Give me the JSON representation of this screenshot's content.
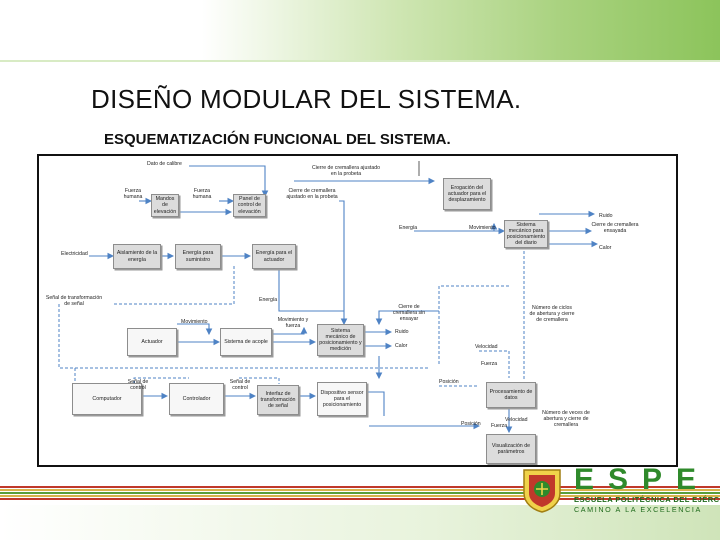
{
  "slide": {
    "title": "DISEÑO MODULAR DEL SISTEMA.",
    "subtitle": "ESQUEMATIZACIÓN FUNCIONAL DEL SISTEMA."
  },
  "diagram": {
    "boxes": {
      "mandos": "Mandos de elevación",
      "panel": "Panel de control de elevación",
      "aislamiento": "Aislamiento de la energía",
      "energia_sum": "Energía para suministro",
      "energia_act": "Energía para el actuador",
      "erogacion": "Erogación del actuador para el desplazamiento",
      "sistema_sup": "Sistema mecánico para posicionamiento del diario",
      "actuador": "Actuador",
      "sistema_acople": "Sistema de acople",
      "sistema_mec": "Sistema mecánico de posicionamiento y medición",
      "computador": "Computador",
      "controlador": "Controlador",
      "interfaz": "Interfaz de transformación de señal",
      "dispositivo": "Dispositivo sensor para el posicionamiento",
      "procesamiento": "Procesamiento de datos",
      "visualizacion": "Visualización de parámetros"
    },
    "labels": {
      "dato_calibre": "Dato de calibre",
      "fuerza_humana_1": "Fuerza humana",
      "fuerza_humana_2": "Fuerza humana",
      "cierre_cremallera": "Cierre de cremallera ajustado en la probeta",
      "cierre_cremallera_2": "Cierre de cremallera ajustado en la probeta",
      "ruido_1": "Ruido",
      "cierre_cremallera_3": "Cierre de cremallera ensayada",
      "calor_1": "Calor",
      "energia_1": "Energía",
      "movimiento_1": "Movimiento",
      "electricidad": "Electricidad",
      "energia_2": "Energía",
      "senal_transformar": "Señal de transformación de señal",
      "cierre_sin": "Cierre de cremallera sin ensayar",
      "movimiento_2": "Movimiento",
      "movimiento_fuerza": "Movimiento y fuerza",
      "ruido_2": "Ruido",
      "calor_2": "Calor",
      "velocidad_1": "Velocidad",
      "numero_ciclos": "Número de ciclos de abertura y cierre de cremallera",
      "senal_control_1": "Señal de control",
      "senal_control_2": "Señal de control",
      "fuerza": "Fuerza",
      "posicion_1": "Posición",
      "numero_veces": "Número de veces de abertura y cierre de cremallera",
      "posicion_2": "Posición",
      "velocidad_2": "Velocidad",
      "fuerza_2": "Fuerza"
    }
  },
  "logo": {
    "letters": "ESPE",
    "line1": "ESCUELA POLITÉCNICA DEL EJÉRCITO",
    "line2": "CAMINO A LA EXCELENCIA"
  },
  "colors": {
    "accent_green": "#2f8a2b",
    "diagram_box": "#dcdcdc",
    "flow_line": "#4f83c5"
  }
}
